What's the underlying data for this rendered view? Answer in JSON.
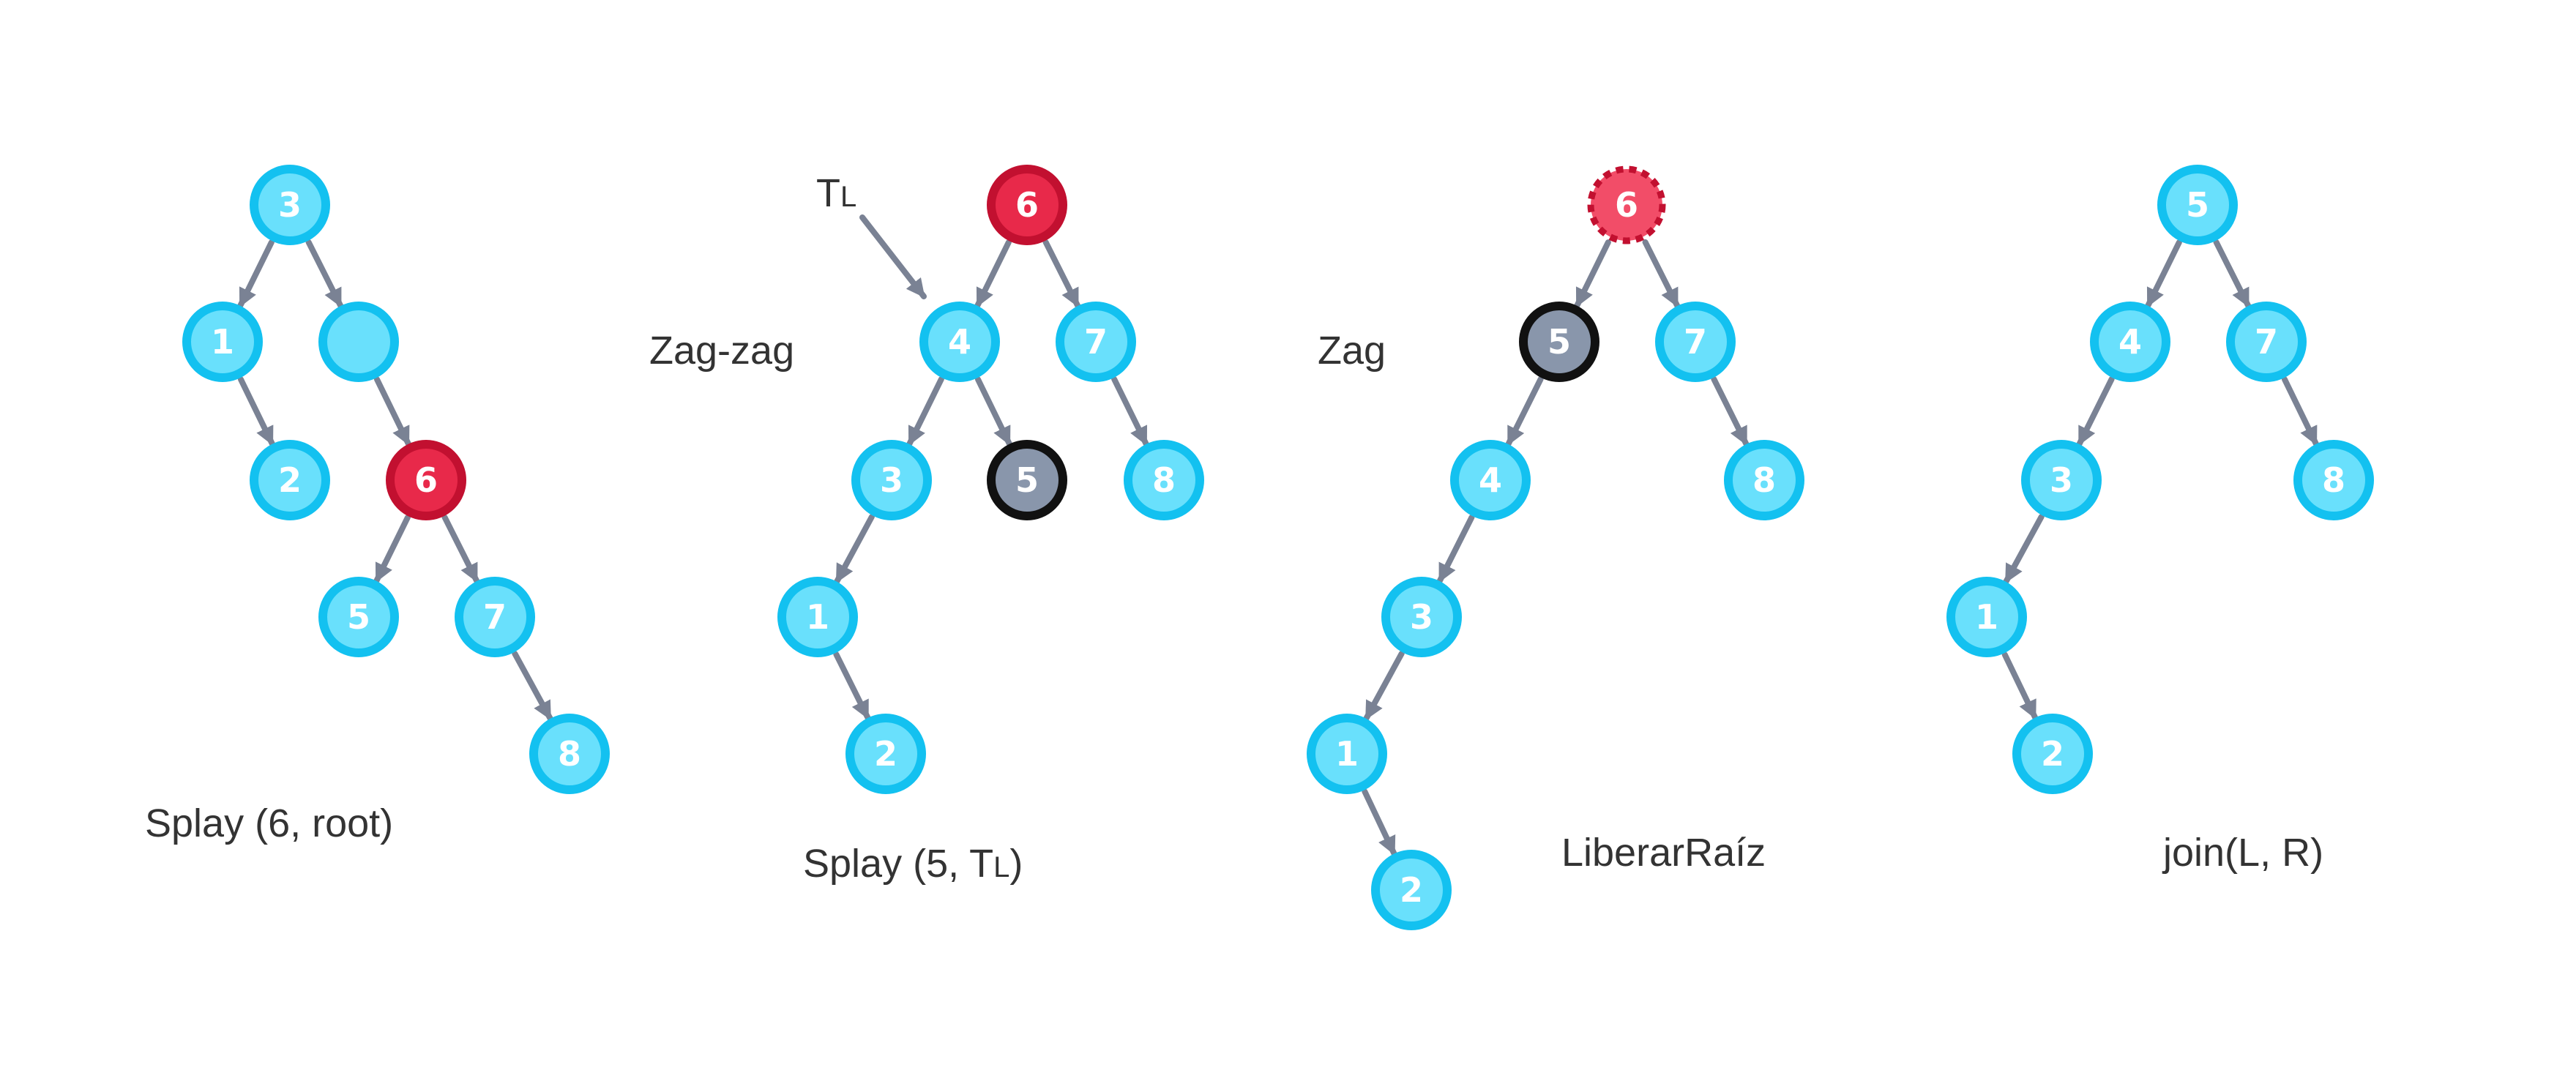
{
  "colors": {
    "node_fill": "#69e0fc",
    "node_stroke": "#13c1f0",
    "red_fill": "#e8294a",
    "red_stroke": "#c21030",
    "red_light_fill": "#f24d68",
    "gray_fill": "#8996ab",
    "black_stroke": "#111111",
    "edge": "#7a8294",
    "text": "#333333"
  },
  "diagrams": [
    {
      "caption": "Splay (6, root)",
      "nodes": [
        {
          "id": "a3",
          "label": "3",
          "style": "normal"
        },
        {
          "id": "a1",
          "label": "1",
          "style": "normal"
        },
        {
          "id": "ae",
          "label": "",
          "style": "normal"
        },
        {
          "id": "a2",
          "label": "2",
          "style": "normal"
        },
        {
          "id": "a6",
          "label": "6",
          "style": "red"
        },
        {
          "id": "a5",
          "label": "5",
          "style": "normal"
        },
        {
          "id": "a7",
          "label": "7",
          "style": "normal"
        },
        {
          "id": "a8",
          "label": "8",
          "style": "normal"
        }
      ],
      "edges": [
        [
          "a3",
          "a1"
        ],
        [
          "a3",
          "ae"
        ],
        [
          "a1",
          "a2"
        ],
        [
          "ae",
          "a6"
        ],
        [
          "a6",
          "a5"
        ],
        [
          "a6",
          "a7"
        ],
        [
          "a7",
          "a8"
        ]
      ]
    },
    {
      "caption": "Splay (5, T",
      "caption_sub": "L",
      "caption_end": ")",
      "side_label": "Zag-zag",
      "pointer_label": "T",
      "pointer_label_sub": "L",
      "nodes": [
        {
          "id": "b6",
          "label": "6",
          "style": "red"
        },
        {
          "id": "b4",
          "label": "4",
          "style": "normal"
        },
        {
          "id": "b7",
          "label": "7",
          "style": "normal"
        },
        {
          "id": "b3",
          "label": "3",
          "style": "normal"
        },
        {
          "id": "b5",
          "label": "5",
          "style": "gray"
        },
        {
          "id": "b8",
          "label": "8",
          "style": "normal"
        },
        {
          "id": "b1",
          "label": "1",
          "style": "normal"
        },
        {
          "id": "b2",
          "label": "2",
          "style": "normal"
        }
      ],
      "edges": [
        [
          "b6",
          "b4"
        ],
        [
          "b6",
          "b7"
        ],
        [
          "b4",
          "b3"
        ],
        [
          "b4",
          "b5"
        ],
        [
          "b7",
          "b8"
        ],
        [
          "b3",
          "b1"
        ],
        [
          "b1",
          "b2"
        ]
      ]
    },
    {
      "caption": "LiberarRaíz",
      "side_label": "Zag",
      "nodes": [
        {
          "id": "c6",
          "label": "6",
          "style": "red-dashed"
        },
        {
          "id": "c5",
          "label": "5",
          "style": "gray"
        },
        {
          "id": "c7",
          "label": "7",
          "style": "normal"
        },
        {
          "id": "c4",
          "label": "4",
          "style": "normal"
        },
        {
          "id": "c8",
          "label": "8",
          "style": "normal"
        },
        {
          "id": "c3",
          "label": "3",
          "style": "normal"
        },
        {
          "id": "c1",
          "label": "1",
          "style": "normal"
        },
        {
          "id": "c2",
          "label": "2",
          "style": "normal"
        }
      ],
      "edges": [
        [
          "c6",
          "c5"
        ],
        [
          "c6",
          "c7"
        ],
        [
          "c5",
          "c4"
        ],
        [
          "c7",
          "c8"
        ],
        [
          "c4",
          "c3"
        ],
        [
          "c3",
          "c1"
        ],
        [
          "c1",
          "c2"
        ]
      ]
    },
    {
      "caption": "join(L, R)",
      "nodes": [
        {
          "id": "d5",
          "label": "5",
          "style": "normal"
        },
        {
          "id": "d4",
          "label": "4",
          "style": "normal"
        },
        {
          "id": "d7",
          "label": "7",
          "style": "normal"
        },
        {
          "id": "d3",
          "label": "3",
          "style": "normal"
        },
        {
          "id": "d8",
          "label": "8",
          "style": "normal"
        },
        {
          "id": "d1",
          "label": "1",
          "style": "normal"
        },
        {
          "id": "d2",
          "label": "2",
          "style": "normal"
        }
      ],
      "edges": [
        [
          "d5",
          "d4"
        ],
        [
          "d5",
          "d7"
        ],
        [
          "d4",
          "d3"
        ],
        [
          "d7",
          "d8"
        ],
        [
          "d3",
          "d1"
        ],
        [
          "d1",
          "d2"
        ]
      ]
    }
  ]
}
